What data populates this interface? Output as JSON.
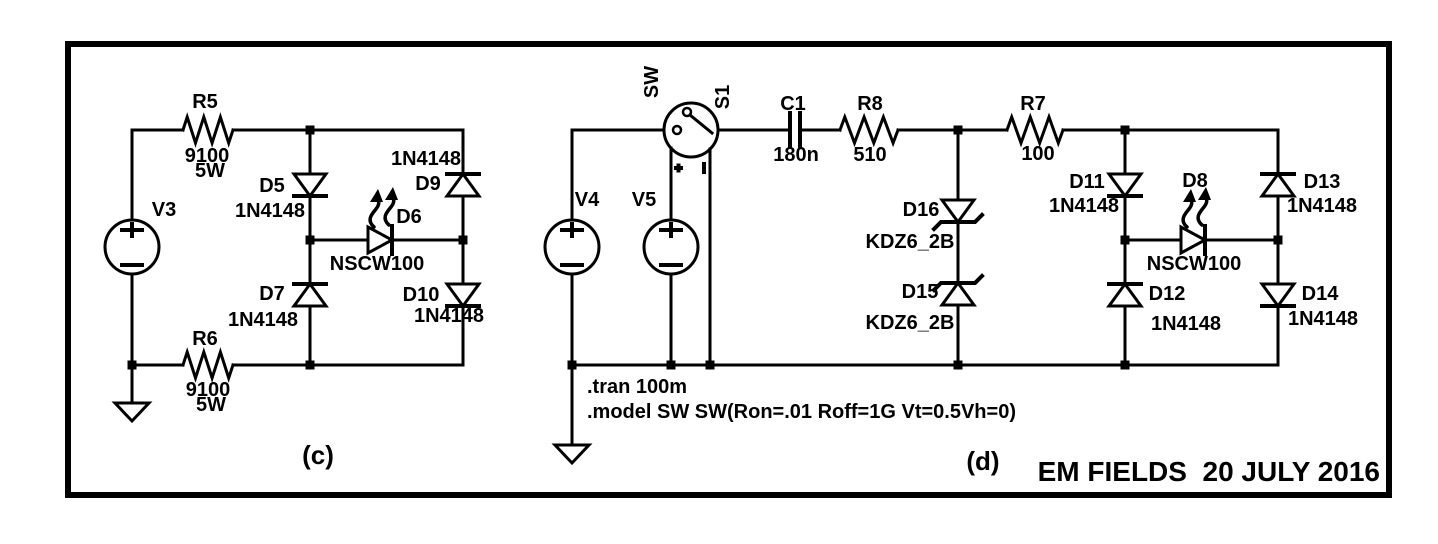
{
  "palette": {
    "ink": "#000000",
    "paper": "#ffffff"
  },
  "credit": "EM FIELDS  20 JULY 2016",
  "circuit_c": {
    "caption": "(c)",
    "v3": {
      "ref": "V3"
    },
    "r5": {
      "ref": "R5",
      "value": "9100",
      "rating": "5W"
    },
    "r6": {
      "ref": "R6",
      "value": "9100",
      "rating": "5W"
    },
    "d5": {
      "ref": "D5",
      "part": "1N4148"
    },
    "d7": {
      "ref": "D7",
      "part": "1N4148"
    },
    "d9": {
      "ref": "D9",
      "part": "1N4148"
    },
    "d10": {
      "ref": "D10",
      "part": "1N4148"
    },
    "d6": {
      "ref": "D6",
      "part": "NSCW100"
    }
  },
  "circuit_d": {
    "caption": "(d)",
    "switch": {
      "model": "SW",
      "ref": "S1"
    },
    "v4": {
      "ref": "V4"
    },
    "v5": {
      "ref": "V5"
    },
    "c1": {
      "ref": "C1",
      "value": "180n"
    },
    "r8": {
      "ref": "R8",
      "value": "510"
    },
    "r7": {
      "ref": "R7",
      "value": "100"
    },
    "d16": {
      "ref": "D16",
      "part": "KDZ6_2B"
    },
    "d15": {
      "ref": "D15",
      "part": "KDZ6_2B"
    },
    "d11": {
      "ref": "D11",
      "part": "1N4148"
    },
    "d12": {
      "ref": "D12",
      "part": "1N4148"
    },
    "d8": {
      "ref": "D8",
      "part": "NSCW100"
    },
    "d13": {
      "ref": "D13",
      "part": "1N4148"
    },
    "d14": {
      "ref": "D14",
      "part": "1N4148"
    },
    "directives": {
      "tran": ".tran 100m",
      "model": ".model SW SW(Ron=.01 Roff=1G Vt=0.5Vh=0)"
    }
  }
}
